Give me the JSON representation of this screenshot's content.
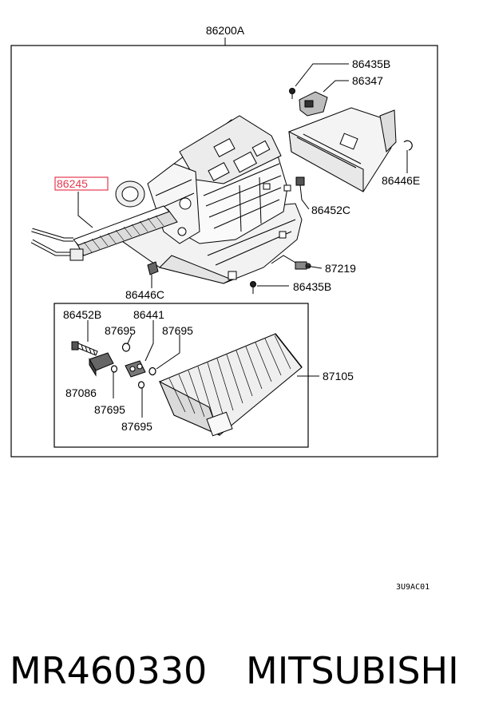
{
  "labels": {
    "assembly": "86200A",
    "screw_top": "86435B",
    "resistor": "86347",
    "clip_right": "86446E",
    "heater_core": "86245",
    "clip_mid": "86452C",
    "clip_bottom": "86446C",
    "sensor": "87219",
    "screw_bottom": "86435B",
    "bolt_inset": "86452B",
    "plate_inset": "86441",
    "oring_1": "87695",
    "oring_2": "87695",
    "expansion_valve": "87086",
    "oring_3": "87695",
    "oring_4": "87695",
    "evaporator": "87105"
  },
  "diagram_code": "3U9AC01",
  "footer": {
    "part_number": "MR460330",
    "brand": "MITSUBISHI"
  },
  "colors": {
    "highlight": "#e53950",
    "line": "#000000"
  }
}
